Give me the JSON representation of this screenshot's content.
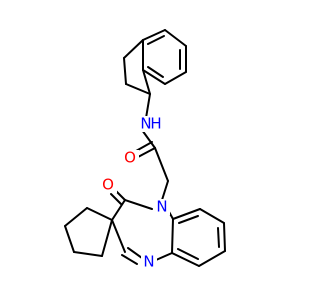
{
  "molecule": {
    "colors": {
      "carbon": "#000000",
      "nitrogen": "#0000ff",
      "oxygen": "#ff0000",
      "background": "#ffffff"
    },
    "atoms": {
      "amide_n": {
        "symbol": "N",
        "h": "H",
        "element": "nitrogen"
      },
      "amide_o": {
        "symbol": "O",
        "element": "oxygen"
      },
      "ring_n1": {
        "symbol": "N",
        "element": "nitrogen"
      },
      "ring_o": {
        "symbol": "O",
        "element": "oxygen"
      },
      "ring_n2": {
        "symbol": "N",
        "element": "nitrogen"
      }
    }
  }
}
